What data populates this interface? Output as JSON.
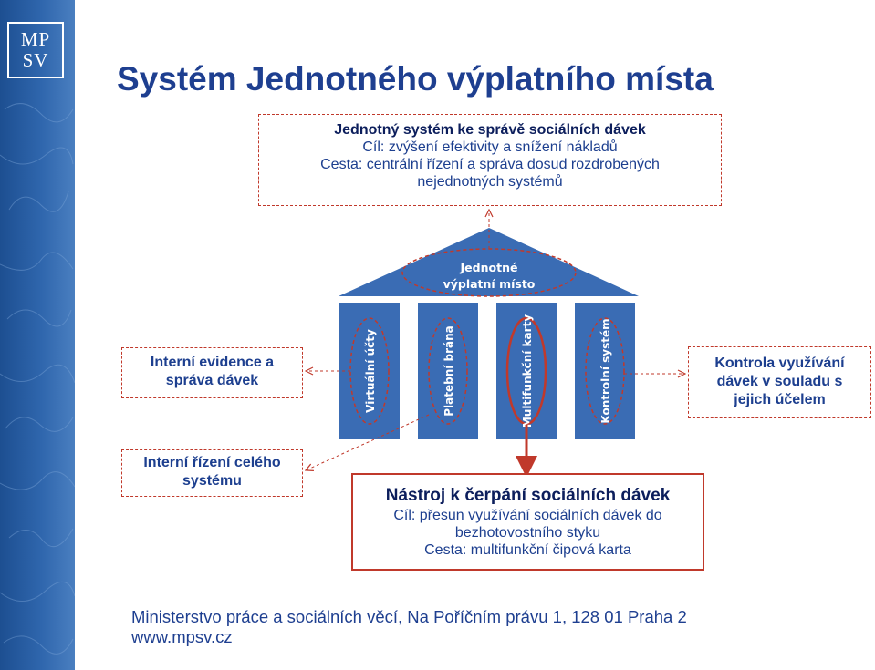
{
  "logo": {
    "line1": "MP",
    "line2": "SV"
  },
  "title": "Systém Jednotného výplatního místa",
  "top_box": {
    "line1": "Jednotný systém ke správě sociálních dávek",
    "line2": "Cíl: zvýšení efektivity a snížení nákladů",
    "line3": "Cesta: centrální řízení a správa dosud rozdrobených",
    "line4": "nejednotných systémů"
  },
  "roof_label": {
    "line1": "Jednotné",
    "line2": "výplatní místo"
  },
  "pillars": [
    {
      "label": "Virtuální účty"
    },
    {
      "label": "Platební brána"
    },
    {
      "label": "Multifunkční karty"
    },
    {
      "label": "Kontrolní systém"
    }
  ],
  "left_box_1": {
    "line1": "Interní evidence a",
    "line2": "správa dávek"
  },
  "left_box_2": {
    "line1": "Interní řízení celého",
    "line2": "systému"
  },
  "right_box": {
    "line1": "Kontrola využívání",
    "line2": "dávek v souladu s",
    "line3": "jejich účelem"
  },
  "bottom_box": {
    "head": "Nástroj k čerpání sociálních dávek",
    "line1": "Cíl: přesun využívání sociálních dávek do",
    "line2": "bezhotovostního styku",
    "line3": "Cesta: multifunkční čipová karta"
  },
  "footer": {
    "address": "Ministerstvo práce a sociálních věcí, Na Poříčním právu 1, 128 01  Praha 2",
    "url": "www.mpsv.cz"
  },
  "colors": {
    "pillar": "#3a6cb4",
    "accent_red": "#c0392b",
    "title_blue": "#1e3f90"
  }
}
